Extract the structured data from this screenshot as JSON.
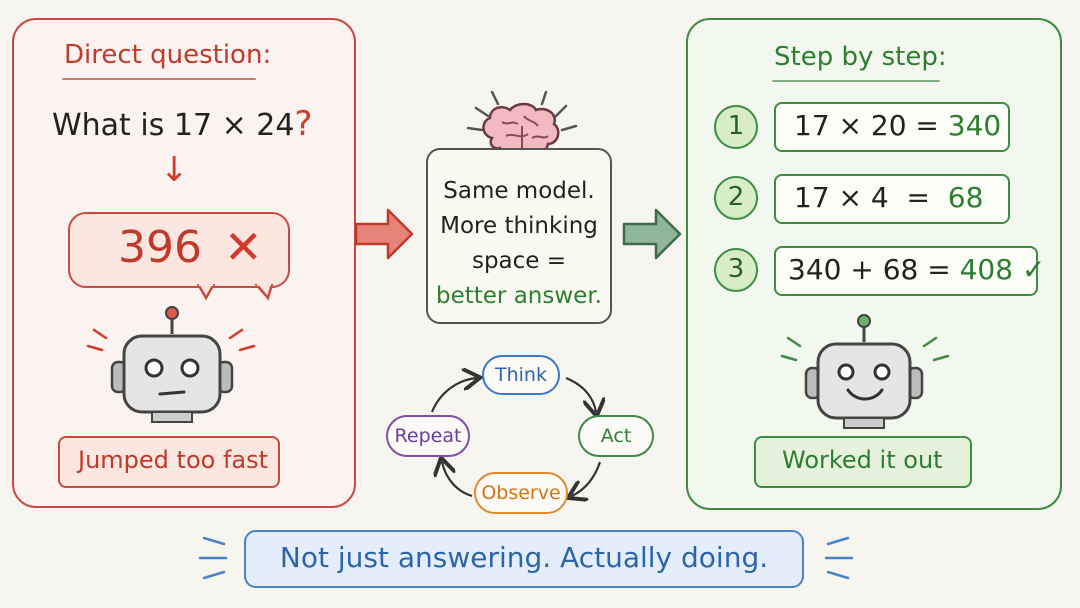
{
  "left_panel": {
    "title": "Direct question:",
    "question_text": "What is 17 × 24",
    "question_mark": "?",
    "answer_value": "396",
    "answer_mark": "✕",
    "caption": "Jumped too fast"
  },
  "center": {
    "lines": [
      "Same model.",
      "More thinking",
      "space =",
      "better answer."
    ]
  },
  "cycle": {
    "think": "Think",
    "act": "Act",
    "observe": "Observe",
    "repeat": "Repeat"
  },
  "right_panel": {
    "title": "Step by step:",
    "steps": [
      {
        "num": "1",
        "expr": "17 × 20 = ",
        "result": "340",
        "mark": ""
      },
      {
        "num": "2",
        "expr": "17 × 4  =  ",
        "result": "68",
        "mark": ""
      },
      {
        "num": "3",
        "expr": "340 + 68 = ",
        "result": "408",
        "mark": "✓"
      }
    ],
    "caption": "Worked it out"
  },
  "banner": {
    "text": "Not just answering. Actually doing."
  },
  "colors": {
    "wrong_red": "#c94a44",
    "right_green": "#3f8a45",
    "banner_blue": "#4a83c8"
  }
}
